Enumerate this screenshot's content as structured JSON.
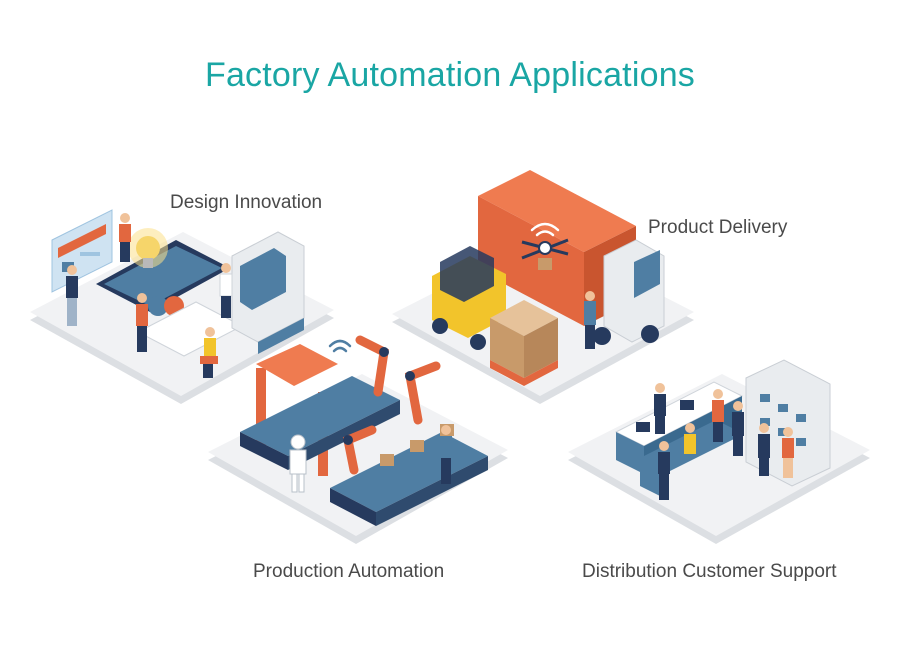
{
  "title": "Factory Automation Applications",
  "sections": {
    "design": "Design Innovation",
    "delivery": "Product Delivery",
    "production": "Production Automation",
    "distribution": "Distribution Customer Support"
  },
  "colors": {
    "title": "#1aa6a4",
    "label": "#4a4a4a",
    "platform": "#f1f2f4",
    "platform_edge": "#dcdfe3",
    "orange": "#e2673f",
    "navy": "#263a5e",
    "steel": "#4f7ea3",
    "yellow": "#f2c42b"
  }
}
